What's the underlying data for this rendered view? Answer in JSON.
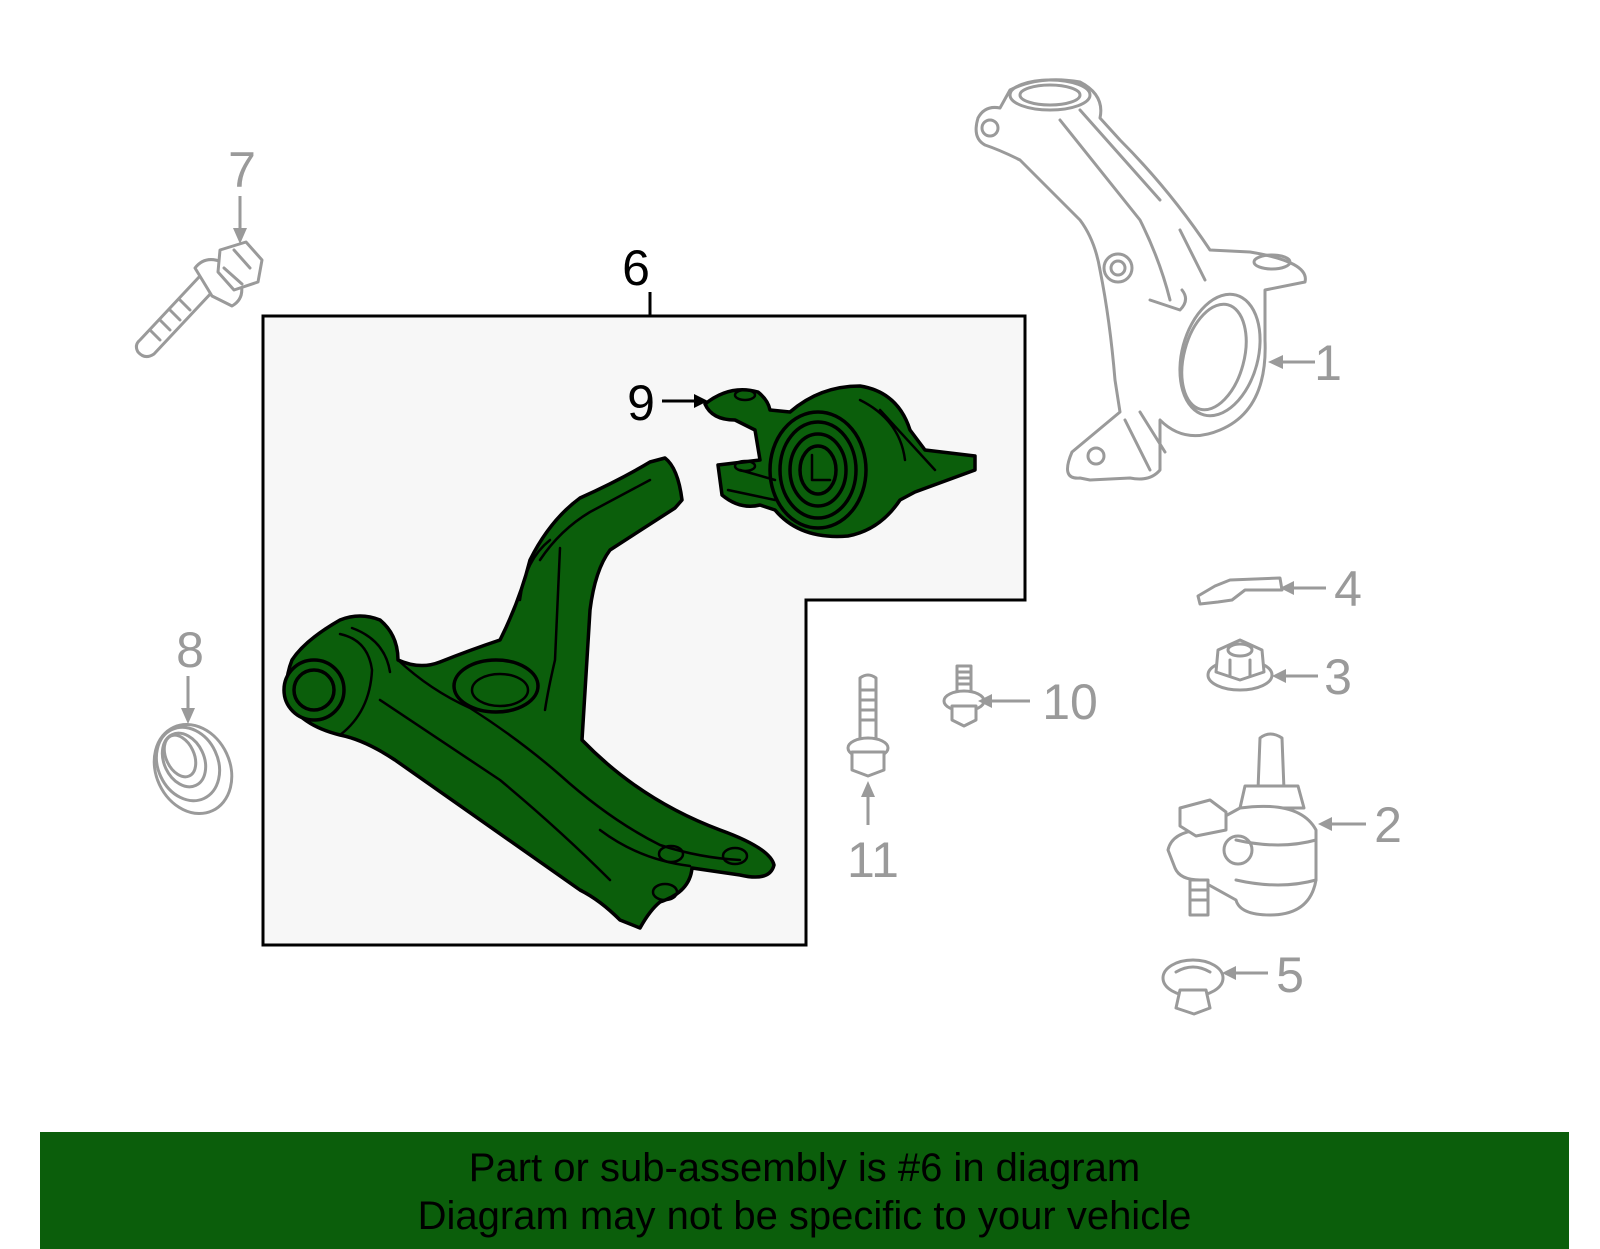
{
  "callouts": {
    "c1": "1",
    "c2": "2",
    "c3": "3",
    "c4": "4",
    "c5": "5",
    "c6": "6",
    "c7": "7",
    "c8": "8",
    "c9": "9",
    "c10": "10",
    "c11": "11"
  },
  "banner": {
    "line1": "Part or sub-assembly is #6 in diagram",
    "line2": "Diagram may not be specific to your vehicle"
  },
  "colors": {
    "highlight": "#0b5e0b",
    "parts_gray": "#9a9a9a"
  }
}
